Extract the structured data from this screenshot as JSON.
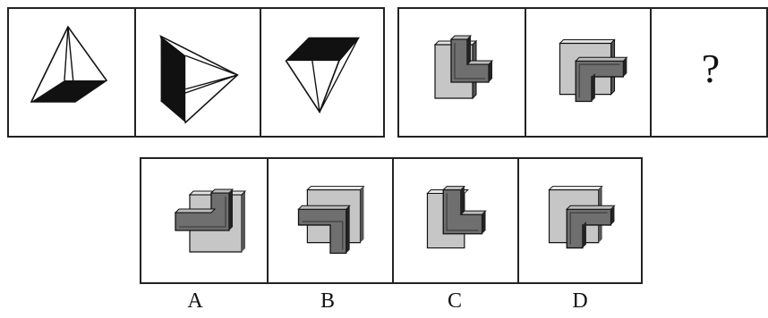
{
  "question": {
    "group1_figures": [
      "pyramid-square-base",
      "pyramid-pointing-right",
      "pyramid-inverted"
    ],
    "group2_figures": [
      "l-block-light-back",
      "l-block-light-back-rotated",
      "unknown"
    ],
    "unknown_symbol": "?"
  },
  "options": [
    {
      "label": "A",
      "figure": "l-block-dark-front"
    },
    {
      "label": "B",
      "figure": "l-block-dark-front-rotated"
    },
    {
      "label": "C",
      "figure": "l-block-dark-front-mirror"
    },
    {
      "label": "D",
      "figure": "l-block-light-back-rotated"
    }
  ]
}
